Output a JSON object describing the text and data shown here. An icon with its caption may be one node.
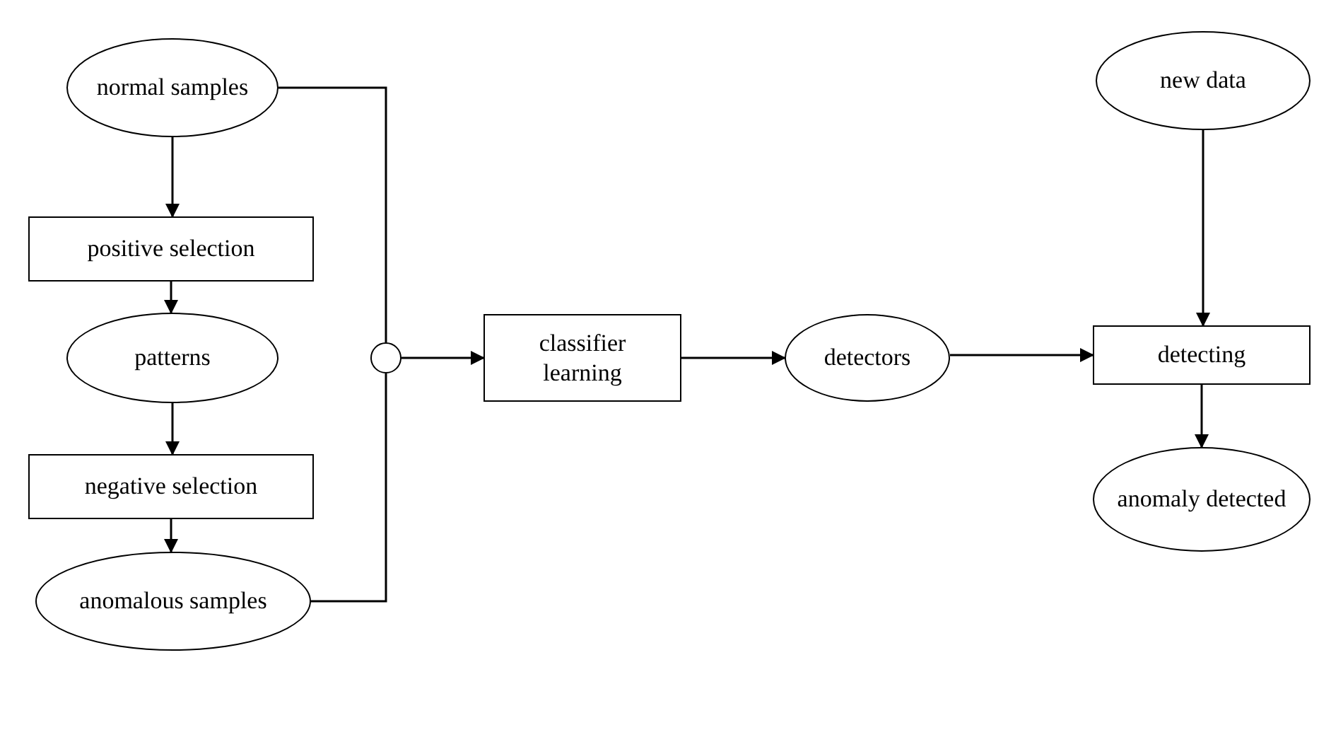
{
  "diagram": {
    "nodes": [
      {
        "text": [
          "normal samples"
        ]
      },
      {
        "text": [
          "positive selection"
        ]
      },
      {
        "text": [
          "patterns"
        ]
      },
      {
        "text": [
          "negative selection"
        ]
      },
      {
        "text": [
          "anomalous samples"
        ]
      },
      {
        "text": [],
        "shape": "circle"
      },
      {
        "text": [
          "classifier learning"
        ]
      },
      {
        "text": [
          "detectors"
        ]
      },
      {
        "text": [
          "new data"
        ]
      },
      {
        "text": [
          "detecting"
        ]
      },
      {
        "text": [
          "anomaly detected"
        ]
      }
    ],
    "edges": [
      {
        "from": 0,
        "to": 1,
        "arrow": "to"
      },
      {
        "from": 1,
        "to": 2,
        "arrow": "to"
      },
      {
        "from": 2,
        "to": 3,
        "arrow": "to"
      },
      {
        "from": 3,
        "to": 4,
        "arrow": "to"
      },
      {
        "from": 0,
        "to": 5,
        "arrow": "none"
      },
      {
        "from": 4,
        "to": 5,
        "arrow": "none"
      },
      {
        "from": 5,
        "to": 6,
        "arrow": "to"
      },
      {
        "from": 6,
        "to": 7,
        "arrow": "to"
      },
      {
        "from": 7,
        "to": 9,
        "arrow": "to"
      },
      {
        "from": 8,
        "to": 9,
        "arrow": "to"
      },
      {
        "from": 9,
        "to": 10,
        "arrow": "to"
      }
    ]
  }
}
